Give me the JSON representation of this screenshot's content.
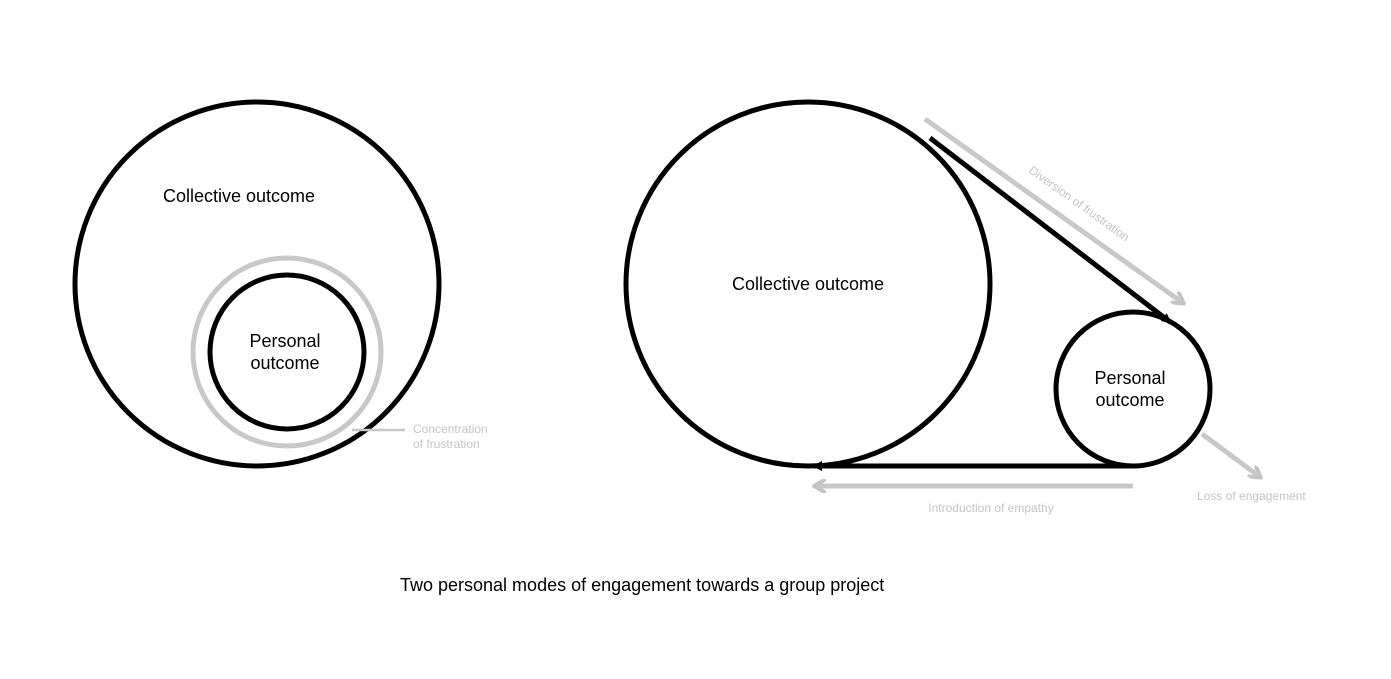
{
  "caption": "Two personal modes of engagement towards a group project",
  "left_diagram": {
    "collective_label": "Collective outcome",
    "personal_label_line1": "Personal",
    "personal_label_line2": "outcome",
    "annotation_line1": "Concentration",
    "annotation_line2": "of frustration"
  },
  "right_diagram": {
    "collective_label": "Collective outcome",
    "personal_label_line1": "Personal",
    "personal_label_line2": "outcome",
    "diversion_label": "Diversion of frustration",
    "empathy_label": "Introduction of empathy",
    "loss_label": "Loss of engagement"
  },
  "colors": {
    "stroke": "#000000",
    "annotation": "#c4c4c4",
    "background": "#ffffff"
  }
}
